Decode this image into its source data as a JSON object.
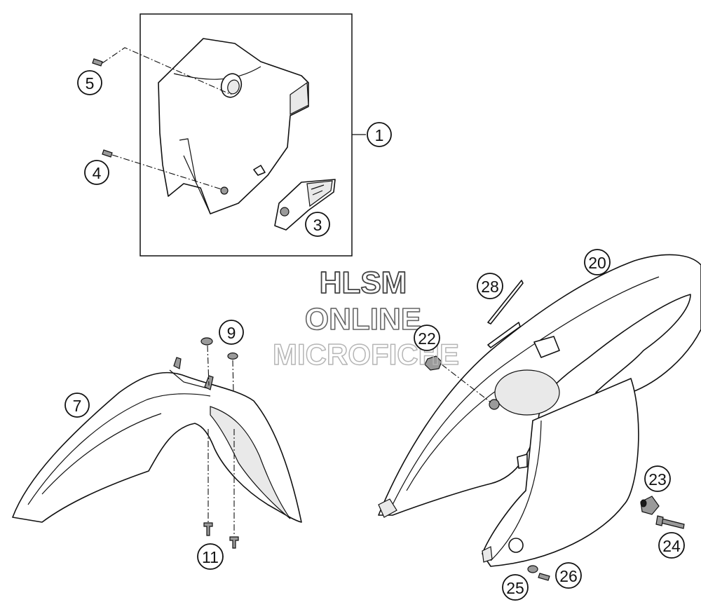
{
  "watermark": {
    "line1": "HLSM",
    "line2": "ONLINE",
    "line3": "MICROFICHE"
  },
  "callouts": [
    {
      "id": "c1",
      "label": "1"
    },
    {
      "id": "c3",
      "label": "3"
    },
    {
      "id": "c4",
      "label": "4"
    },
    {
      "id": "c5",
      "label": "5"
    },
    {
      "id": "c7",
      "label": "7"
    },
    {
      "id": "c9",
      "label": "9"
    },
    {
      "id": "c11",
      "label": "11"
    },
    {
      "id": "c20",
      "label": "20"
    },
    {
      "id": "c22",
      "label": "22"
    },
    {
      "id": "c23",
      "label": "23"
    },
    {
      "id": "c24",
      "label": "24"
    },
    {
      "id": "c25",
      "label": "25"
    },
    {
      "id": "c26",
      "label": "26"
    },
    {
      "id": "c28",
      "label": "28"
    }
  ],
  "colors": {
    "line": "#111111",
    "background": "#ffffff"
  }
}
